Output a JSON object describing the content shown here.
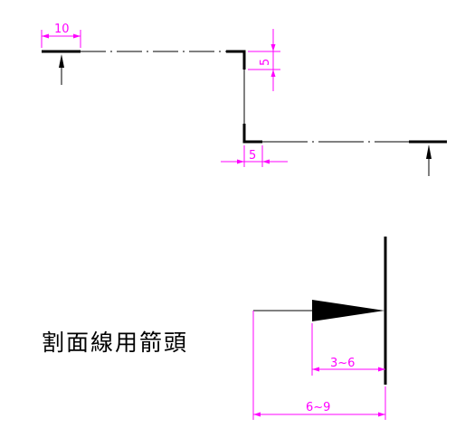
{
  "dimensions": {
    "top_stroke_length": "10",
    "vertical_offset": "5",
    "horizontal_offset": "5",
    "arrow_length": "3~6",
    "arrow_extent": "6~9"
  },
  "caption": "割面線用箭頭",
  "colors": {
    "line": "#000000",
    "dimension": "#ff00ff"
  }
}
